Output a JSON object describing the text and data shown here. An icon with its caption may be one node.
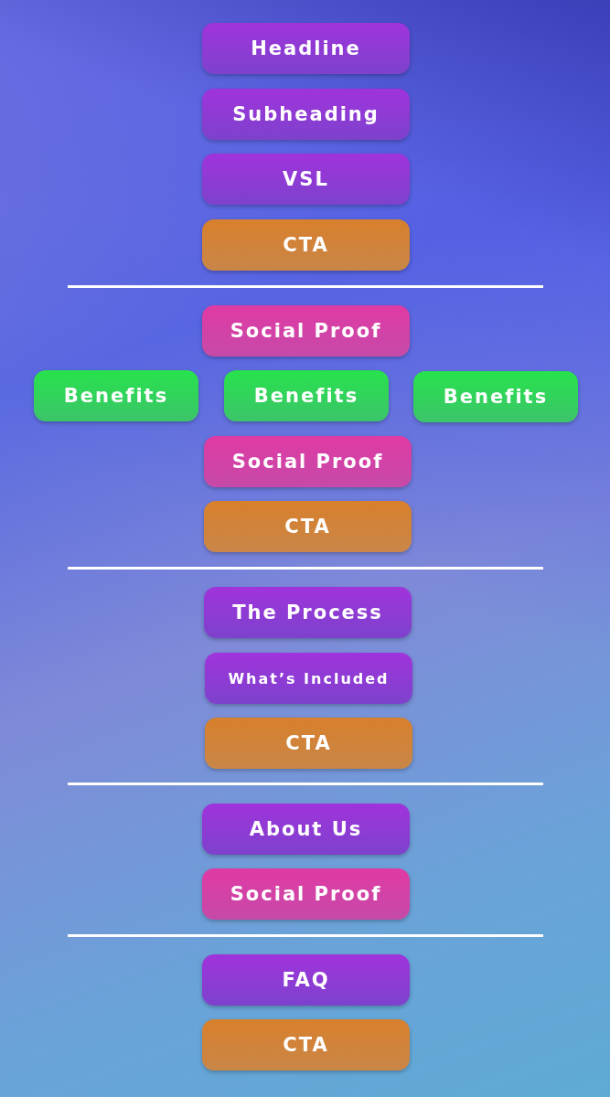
{
  "diagram": {
    "nodes": [
      {
        "text": [
          "Headline"
        ]
      },
      {
        "text": [
          "Subheading"
        ]
      },
      {
        "text": [
          "VSL"
        ]
      },
      {
        "text": [
          "CTA"
        ]
      },
      {
        "text": [
          "Social Proof"
        ]
      },
      {
        "text": [
          "Benefits"
        ]
      },
      {
        "text": [
          "Benefits"
        ]
      },
      {
        "text": [
          "Benefits"
        ]
      },
      {
        "text": [
          "Social Proof"
        ]
      },
      {
        "text": [
          "CTA"
        ]
      },
      {
        "text": [
          "The Process"
        ]
      },
      {
        "text": [
          "What’s Included"
        ]
      },
      {
        "text": [
          "CTA"
        ]
      },
      {
        "text": [
          "About Us"
        ]
      },
      {
        "text": [
          "Social Proof"
        ]
      },
      {
        "text": [
          "FAQ"
        ]
      },
      {
        "text": [
          "CTA"
        ]
      }
    ]
  }
}
